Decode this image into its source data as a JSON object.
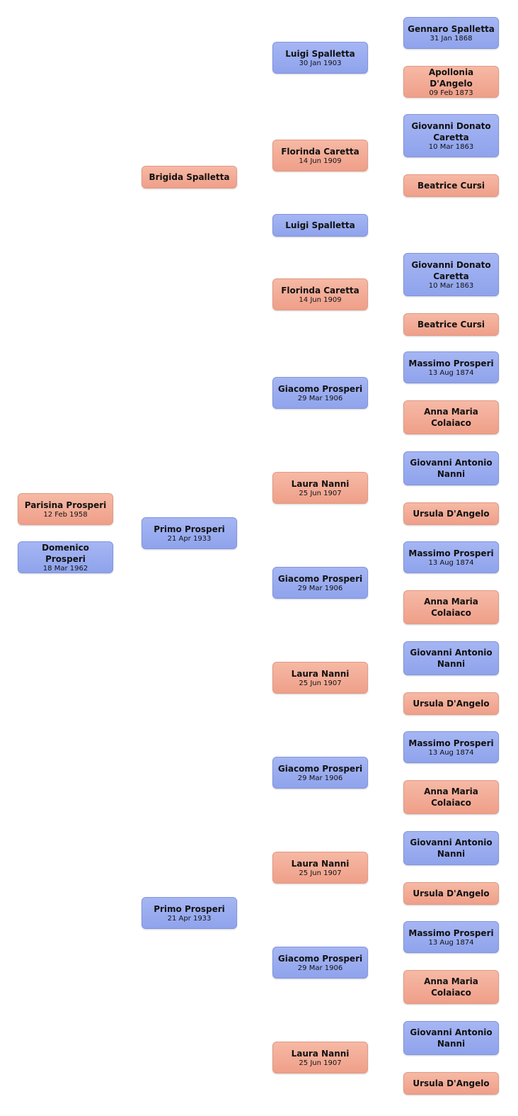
{
  "tree": {
    "people": [
      {
        "name": "Gennaro Spalletta",
        "date": "31 Jan 1868",
        "sex": "m"
      },
      {
        "name": "Apollonia D'Angelo",
        "date": "09 Feb 1873",
        "sex": "f"
      },
      {
        "name": "Giovanni Donato Caretta",
        "date": "10 Mar 1863",
        "sex": "m"
      },
      {
        "name": "Beatrice Cursi",
        "date": "",
        "sex": "f"
      },
      {
        "name": "Giovanni Donato Caretta",
        "date": "10 Mar 1863",
        "sex": "m"
      },
      {
        "name": "Beatrice Cursi",
        "date": "",
        "sex": "f"
      },
      {
        "name": "Massimo Prosperi",
        "date": "13 Aug 1874",
        "sex": "m"
      },
      {
        "name": "Anna Maria Colaiaco",
        "date": "",
        "sex": "f"
      },
      {
        "name": "Giovanni Antonio Nanni",
        "date": "",
        "sex": "m"
      },
      {
        "name": "Ursula D'Angelo",
        "date": "",
        "sex": "f"
      },
      {
        "name": "Massimo Prosperi",
        "date": "13 Aug 1874",
        "sex": "m"
      },
      {
        "name": "Anna Maria Colaiaco",
        "date": "",
        "sex": "f"
      },
      {
        "name": "Giovanni Antonio Nanni",
        "date": "",
        "sex": "m"
      },
      {
        "name": "Ursula D'Angelo",
        "date": "",
        "sex": "f"
      },
      {
        "name": "Massimo Prosperi",
        "date": "13 Aug 1874",
        "sex": "m"
      },
      {
        "name": "Anna Maria Colaiaco",
        "date": "",
        "sex": "f"
      },
      {
        "name": "Giovanni Antonio Nanni",
        "date": "",
        "sex": "m"
      },
      {
        "name": "Ursula D'Angelo",
        "date": "",
        "sex": "f"
      },
      {
        "name": "Massimo Prosperi",
        "date": "13 Aug 1874",
        "sex": "m"
      },
      {
        "name": "Anna Maria Colaiaco",
        "date": "",
        "sex": "f"
      },
      {
        "name": "Giovanni Antonio Nanni",
        "date": "",
        "sex": "m"
      },
      {
        "name": "Ursula D'Angelo",
        "date": "",
        "sex": "f"
      },
      {
        "name": "Luigi Spalletta",
        "date": "30 Jan 1903",
        "sex": "m"
      },
      {
        "name": "Florinda Caretta",
        "date": "14 Jun 1909",
        "sex": "f"
      },
      {
        "name": "Luigi Spalletta",
        "date": "",
        "sex": "m"
      },
      {
        "name": "Florinda Caretta",
        "date": "14 Jun 1909",
        "sex": "f"
      },
      {
        "name": "Giacomo Prosperi",
        "date": "29 Mar 1906",
        "sex": "m"
      },
      {
        "name": "Laura Nanni",
        "date": "25 Jun 1907",
        "sex": "f"
      },
      {
        "name": "Giacomo Prosperi",
        "date": "29 Mar 1906",
        "sex": "m"
      },
      {
        "name": "Laura Nanni",
        "date": "25 Jun 1907",
        "sex": "f"
      },
      {
        "name": "Giacomo Prosperi",
        "date": "29 Mar 1906",
        "sex": "m"
      },
      {
        "name": "Laura Nanni",
        "date": "25 Jun 1907",
        "sex": "f"
      },
      {
        "name": "Giacomo Prosperi",
        "date": "29 Mar 1906",
        "sex": "m"
      },
      {
        "name": "Laura Nanni",
        "date": "25 Jun 1907",
        "sex": "f"
      },
      {
        "name": "Brigida Spalletta",
        "date": "",
        "sex": "f"
      },
      {
        "name": "Primo Prosperi",
        "date": "21 Apr 1933",
        "sex": "m"
      },
      {
        "name": "Primo Prosperi",
        "date": "21 Apr 1933",
        "sex": "m"
      },
      {
        "name": "Parisina Prosperi",
        "date": "12 Feb 1958",
        "sex": "f"
      },
      {
        "name": "Domenico Prosperi",
        "date": "18 Mar 1962",
        "sex": "m"
      }
    ]
  }
}
